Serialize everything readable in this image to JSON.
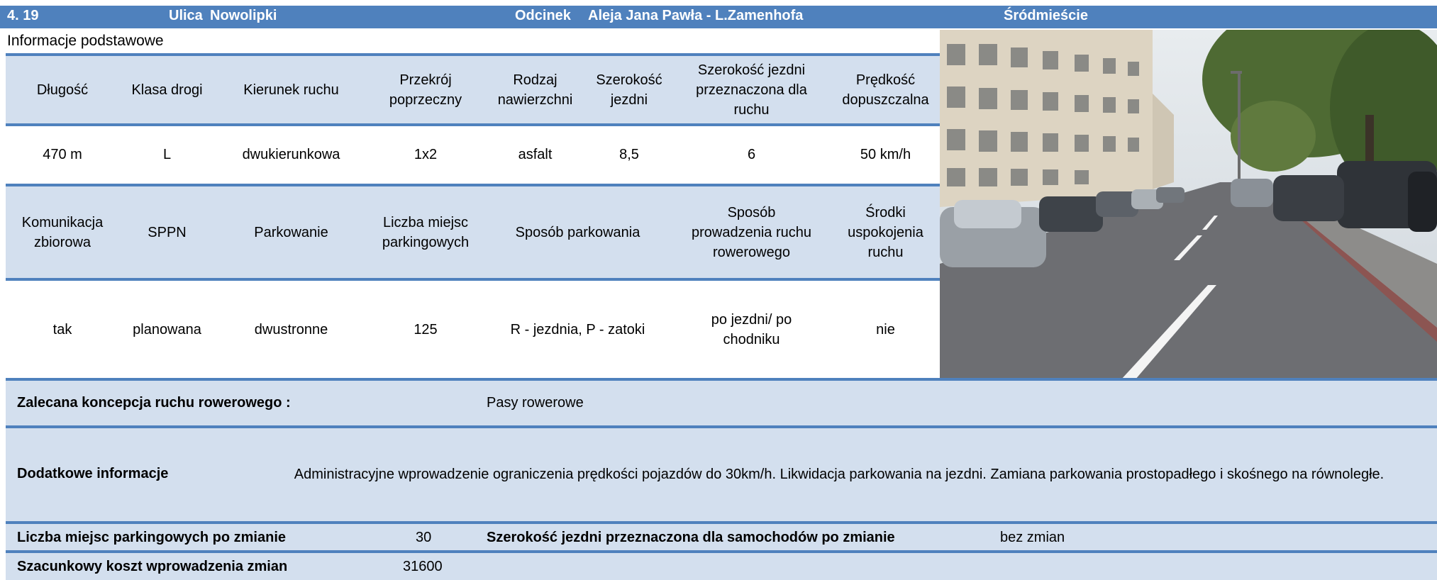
{
  "header": {
    "number": "4. 19",
    "street_label": "Ulica",
    "street_name": "Nowolipki",
    "section_label": "Odcinek",
    "section_name": "Aleja Jana Pawła - L.Zamenhofa",
    "district": "Śródmieście"
  },
  "basic_info_title": "Informacje podstawowe",
  "table1": {
    "headers": [
      "Długość",
      "Klasa drogi",
      "Kierunek ruchu",
      "Przekrój poprzeczny",
      "Rodzaj nawierzchni",
      "Szerokość jezdni",
      "Szerokość jezdni przeznaczona dla ruchu",
      "Prędkość dopuszczalna"
    ],
    "values": [
      "470 m",
      "L",
      "dwukierunkowa",
      "1x2",
      "asfalt",
      "8,5",
      "6",
      "50 km/h"
    ]
  },
  "table2": {
    "headers": [
      "Komunikacja zbiorowa",
      "SPPN",
      "Parkowanie",
      "Liczba miejsc parkingowych",
      "Sposób parkowania",
      "Sposób prowadzenia ruchu rowerowego",
      "Środki uspokojenia ruchu"
    ],
    "values": [
      "tak",
      "planowana",
      "dwustronne",
      "125",
      "R - jezdnia, P - zatoki",
      "po jezdni/ po chodniku",
      "nie"
    ]
  },
  "recommended": {
    "label": "Zalecana koncepcja ruchu rowerowego :",
    "value": "Pasy rowerowe"
  },
  "additional": {
    "label": "Dodatkowe informacje",
    "value": "Administracyjne wprowadzenie ograniczenia prędkości pojazdów do 30km/h. Likwidacja parkowania na jezdni. Zamiana parkowania prostopadłego i skośnego na równoległe."
  },
  "after_change": {
    "parking_label": "Liczba miejsc parkingowych po zmianie",
    "parking_value": "30",
    "width_label": "Szerokość jezdni przeznaczona dla samochodów po zmianie",
    "width_value": "bez zmian"
  },
  "cost": {
    "label": "Szacunkowy koszt wprowadzenia zmian",
    "value": "31600"
  },
  "colors": {
    "header_blue": "#4f81bd",
    "band_light": "#d3dfee"
  }
}
